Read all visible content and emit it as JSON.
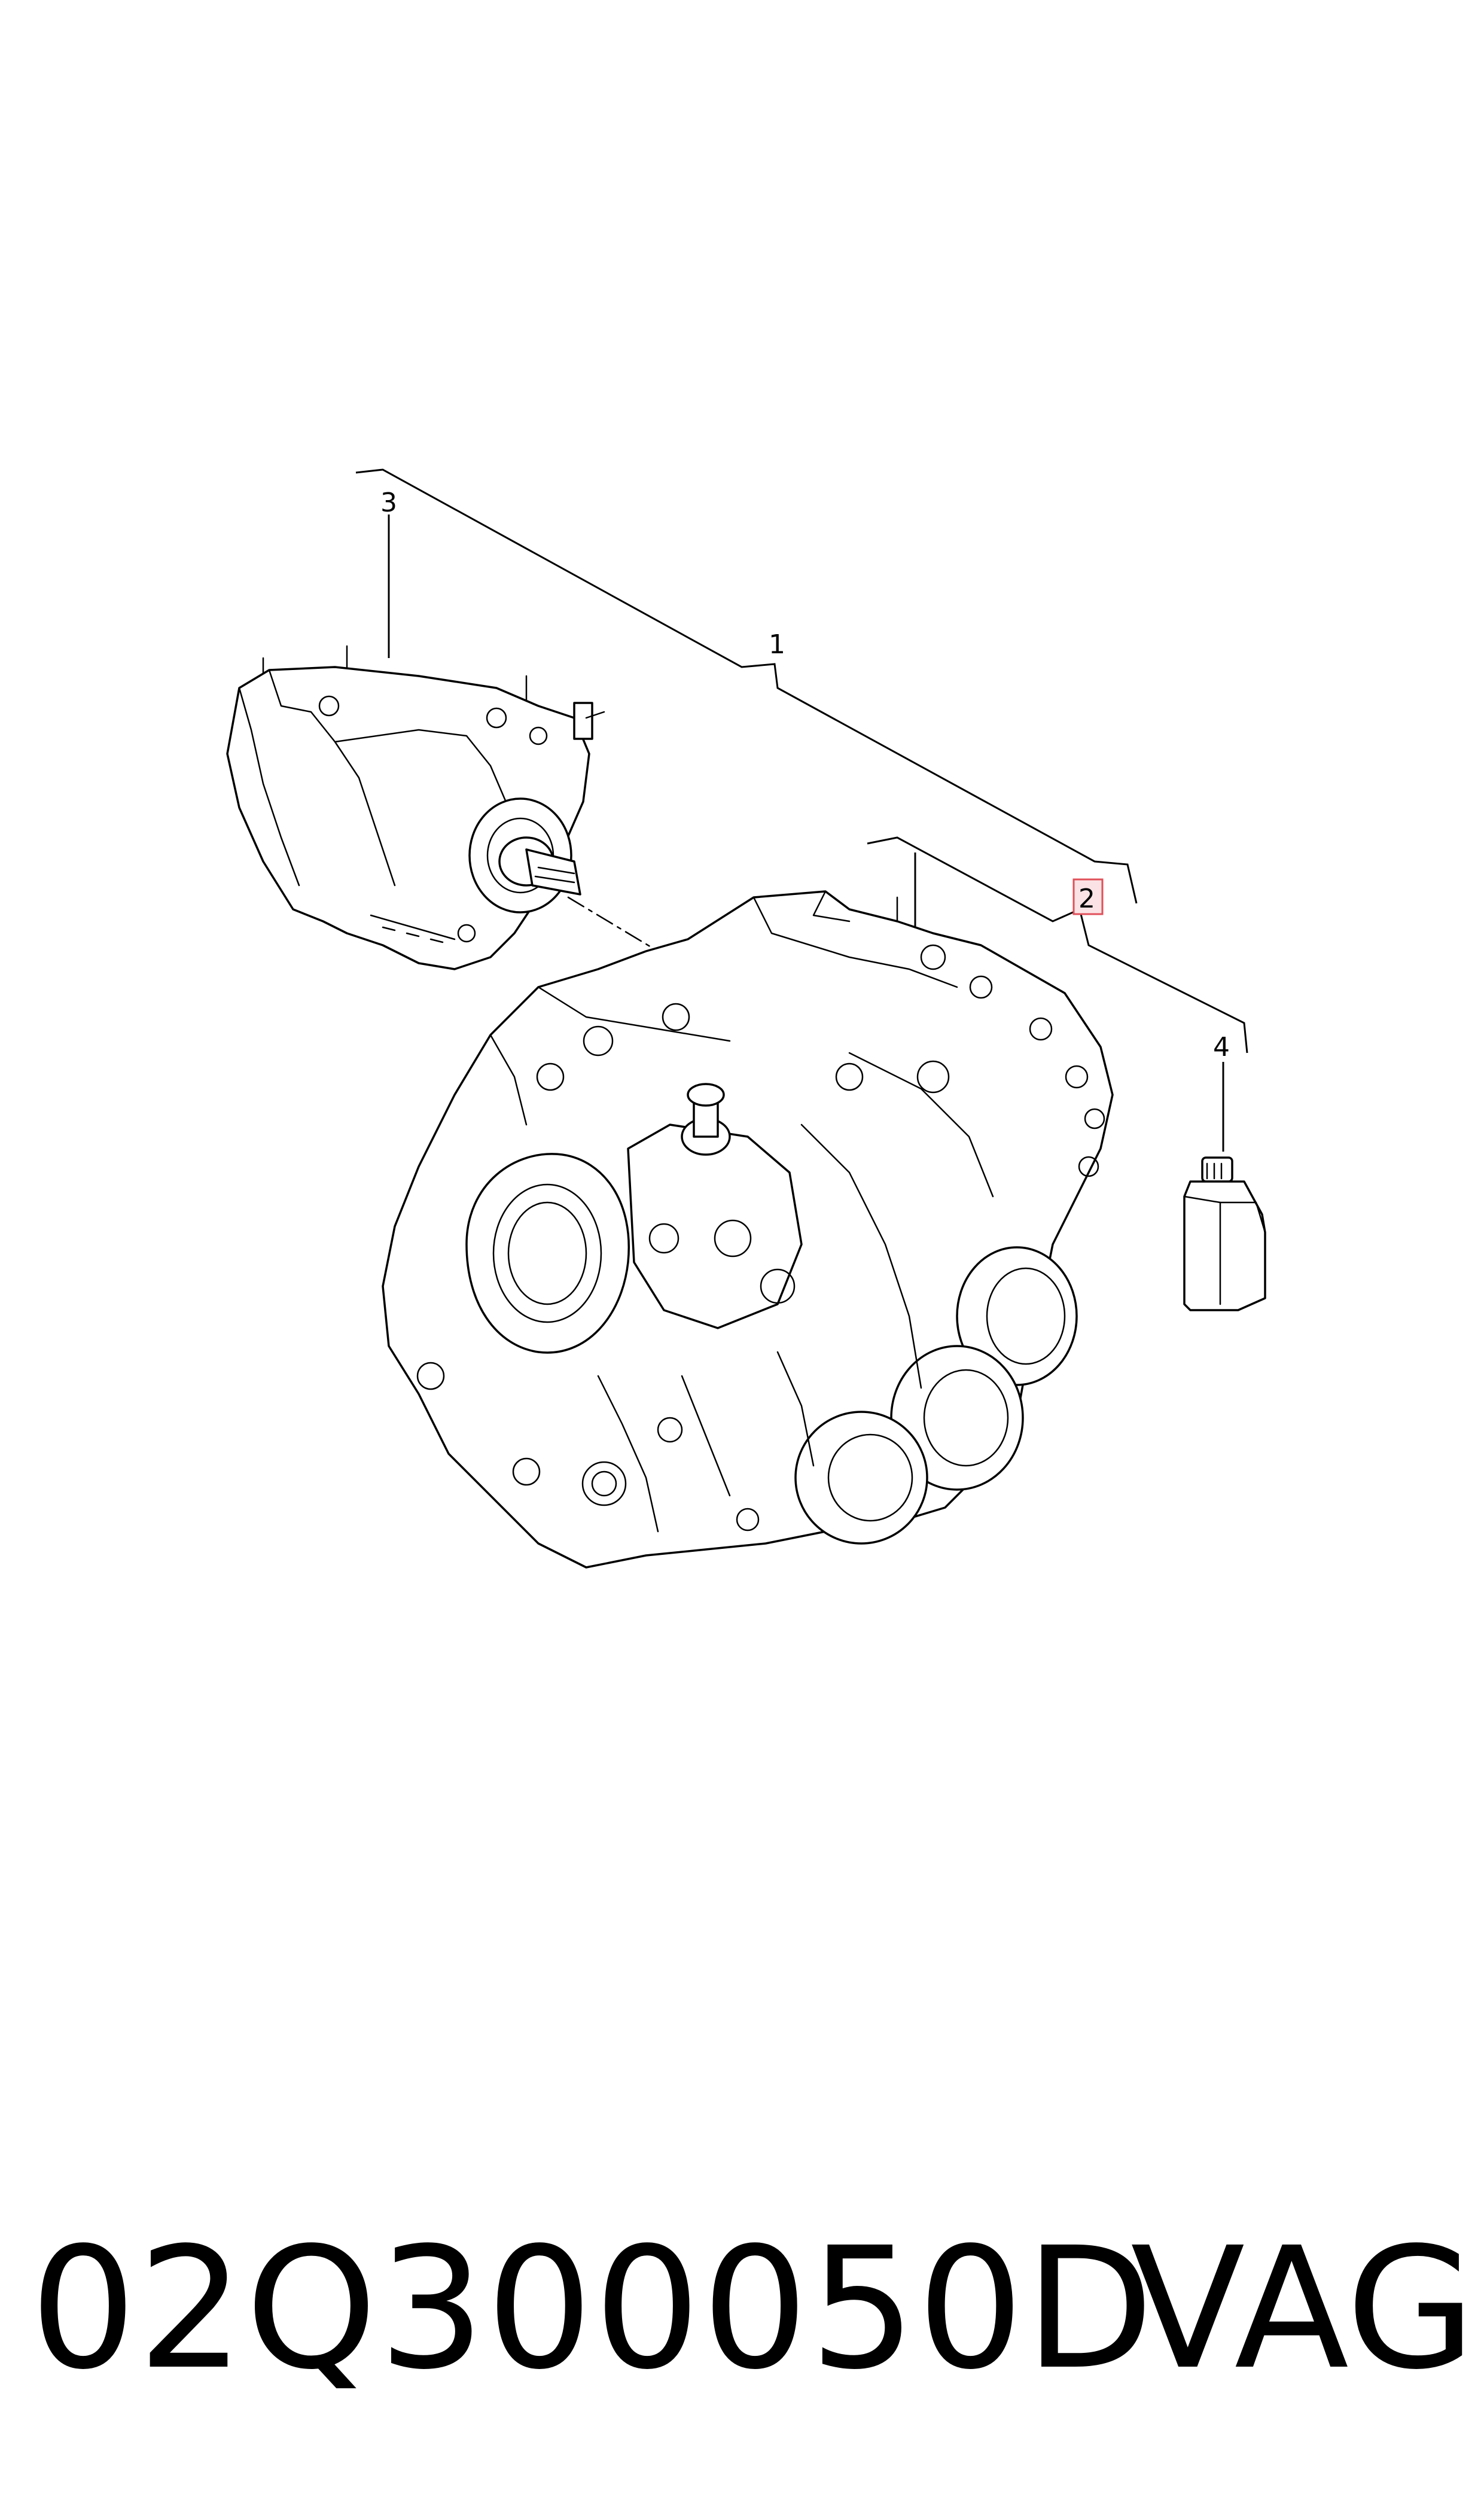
{
  "callouts": {
    "c1": "1",
    "c2": "2",
    "c3": "3",
    "c4": "4"
  },
  "footer": {
    "part_number": "02Q300050D",
    "brand": "VAG"
  },
  "colors": {
    "highlight_fill": "#fbe3e5",
    "highlight_stroke": "#e0505a",
    "line": "#000000",
    "background": "#ffffff"
  },
  "parts": {
    "item_1": "gearbox-assembly",
    "item_2": "manual-gearbox",
    "item_3": "transfer-case",
    "item_4": "gear-oil-bottle"
  }
}
